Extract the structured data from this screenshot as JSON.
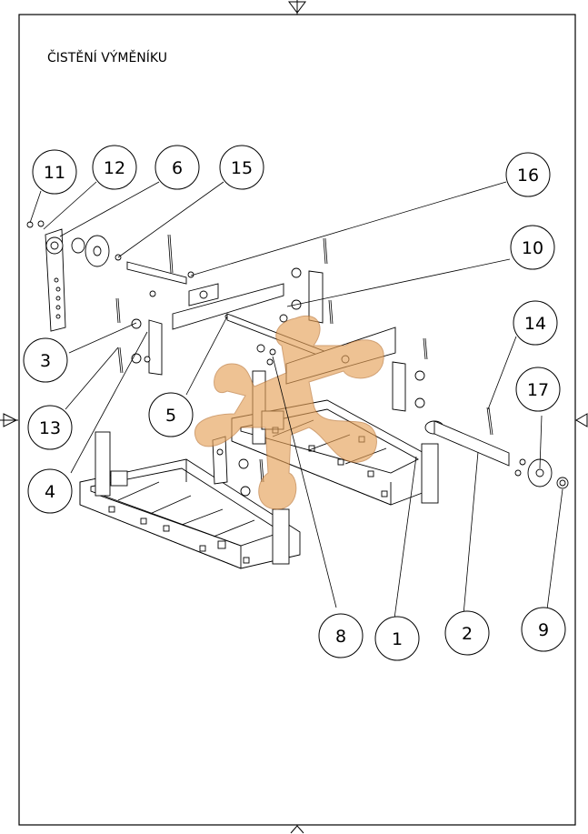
{
  "title": "ČISTĚNÍ VÝMĚNÍKU",
  "callouts": [
    {
      "id": "11",
      "label": "11"
    },
    {
      "id": "12",
      "label": "12"
    },
    {
      "id": "6",
      "label": "6"
    },
    {
      "id": "15",
      "label": "15"
    },
    {
      "id": "16",
      "label": "16"
    },
    {
      "id": "10",
      "label": "10"
    },
    {
      "id": "14",
      "label": "14"
    },
    {
      "id": "17",
      "label": "17"
    },
    {
      "id": "3",
      "label": "3"
    },
    {
      "id": "13",
      "label": "13"
    },
    {
      "id": "4",
      "label": "4"
    },
    {
      "id": "5",
      "label": "5"
    },
    {
      "id": "8",
      "label": "8"
    },
    {
      "id": "1",
      "label": "1"
    },
    {
      "id": "2",
      "label": "2"
    },
    {
      "id": "9",
      "label": "9"
    }
  ],
  "watermark": {
    "name": "brand-logo-watermark",
    "color": "#e6a25a"
  }
}
